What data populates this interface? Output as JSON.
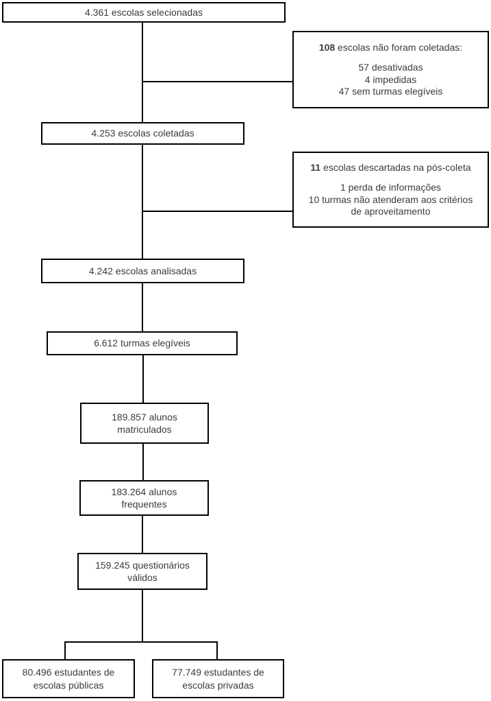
{
  "flowchart": {
    "colors": {
      "border": "#000000",
      "text": "#3b3b3b",
      "background": "#ffffff"
    },
    "nodes": {
      "selecionadas": "4.361 escolas selecionadas",
      "coletadas": "4.253 escolas coletadas",
      "analisadas": "4.242 escolas analisadas",
      "turmas_elegiveis": "6.612 turmas elegíveis",
      "alunos_matriculados": "189.857 alunos\nmatriculados",
      "alunos_frequentes": "183.264 alunos\nfrequentes",
      "questionarios_validos": "159.245 questionários\nválidos",
      "escolas_publicas": "80.496 estudantes de\nescolas públicas",
      "escolas_privadas": "77.749 estudantes de\nescolas privadas"
    },
    "exclusions": [
      {
        "count": "108",
        "title_rest": " escolas não foram coletadas:",
        "lines": [
          "57 desativadas",
          "4 impedidas",
          "47 sem turmas elegíveis"
        ]
      },
      {
        "count": "11",
        "title_rest": " escolas descartadas na pós-coleta",
        "lines": [
          "1 perda de informações",
          "10 turmas não atenderam aos critérios",
          "de aproveitamento"
        ]
      }
    ]
  }
}
